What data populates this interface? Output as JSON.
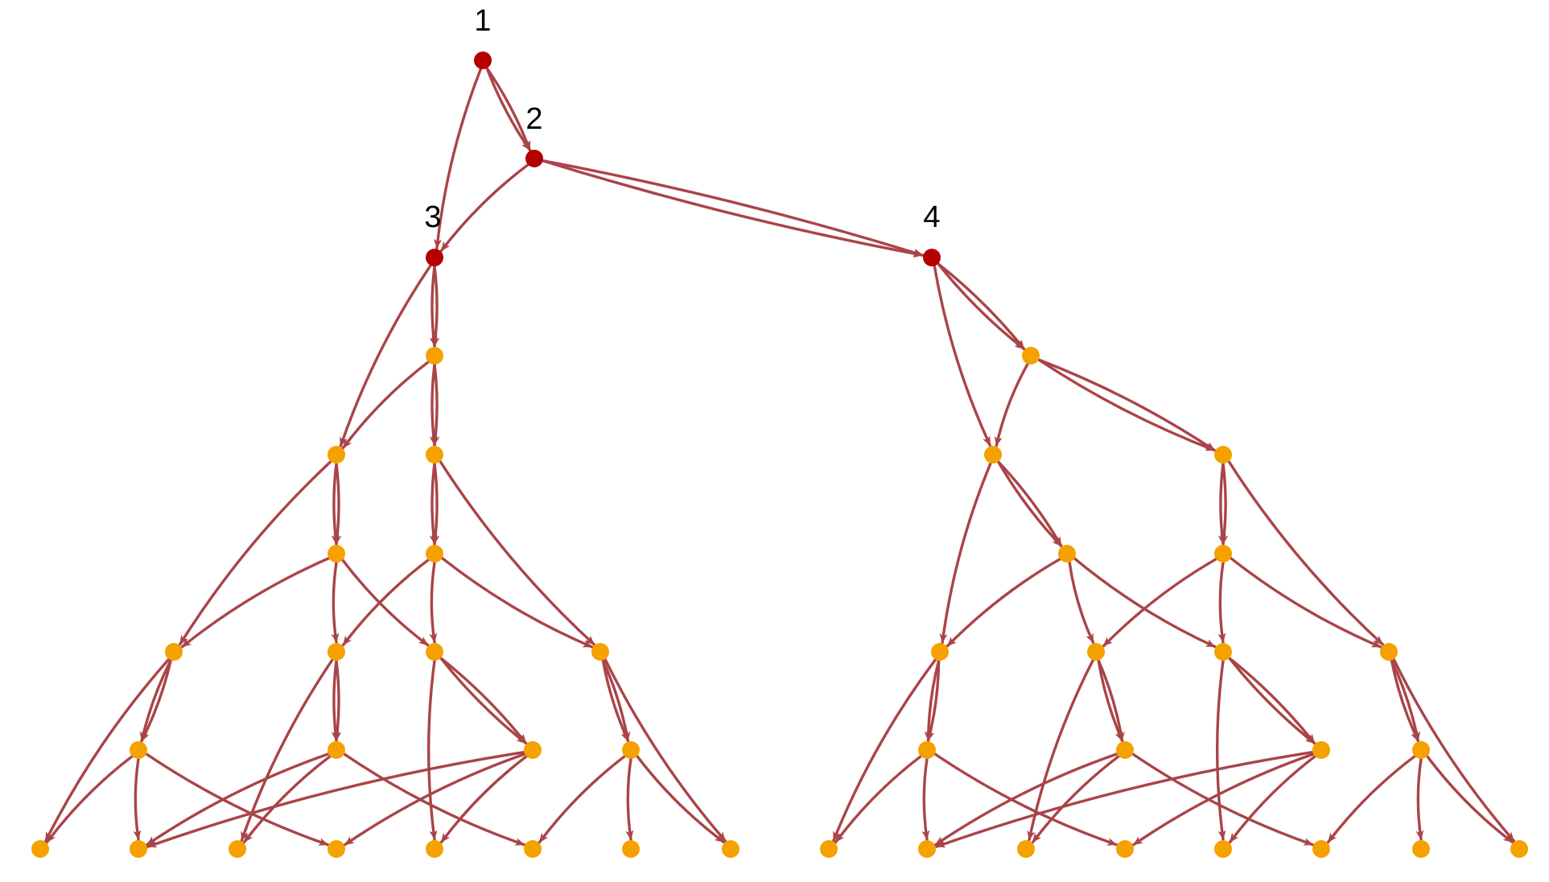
{
  "colors": {
    "edge": "#a94448",
    "root_node": "#b50000",
    "leaf_node": "#f5a100",
    "label": "#000000"
  },
  "labels": [
    "1",
    "2",
    "3",
    "4"
  ],
  "graph": {
    "nodes": [
      {
        "id": "n1",
        "label": "1",
        "kind": "root"
      },
      {
        "id": "n2",
        "label": "2",
        "kind": "root"
      },
      {
        "id": "n3",
        "label": "3",
        "kind": "root"
      },
      {
        "id": "n4",
        "label": "4",
        "kind": "root"
      },
      {
        "id": "a1",
        "kind": "leaf"
      },
      {
        "id": "a2",
        "kind": "leaf"
      },
      {
        "id": "a3",
        "kind": "leaf"
      },
      {
        "id": "a4",
        "kind": "leaf"
      },
      {
        "id": "a5",
        "kind": "leaf"
      },
      {
        "id": "a6",
        "kind": "leaf"
      },
      {
        "id": "a7",
        "kind": "leaf"
      },
      {
        "id": "a8",
        "kind": "leaf"
      },
      {
        "id": "a9",
        "kind": "leaf"
      },
      {
        "id": "a10",
        "kind": "leaf"
      },
      {
        "id": "a11",
        "kind": "leaf"
      },
      {
        "id": "a12",
        "kind": "leaf"
      },
      {
        "id": "a13",
        "kind": "leaf"
      },
      {
        "id": "a14",
        "kind": "leaf"
      },
      {
        "id": "a15",
        "kind": "leaf"
      },
      {
        "id": "a16",
        "kind": "leaf"
      },
      {
        "id": "a17",
        "kind": "leaf"
      },
      {
        "id": "a18",
        "kind": "leaf"
      },
      {
        "id": "a19",
        "kind": "leaf"
      },
      {
        "id": "a20",
        "kind": "leaf"
      },
      {
        "id": "a21",
        "kind": "leaf"
      },
      {
        "id": "a22",
        "kind": "leaf"
      },
      {
        "id": "b1",
        "kind": "leaf"
      },
      {
        "id": "b2",
        "kind": "leaf"
      },
      {
        "id": "b3",
        "kind": "leaf"
      },
      {
        "id": "b4",
        "kind": "leaf"
      },
      {
        "id": "b5",
        "kind": "leaf"
      },
      {
        "id": "b6",
        "kind": "leaf"
      },
      {
        "id": "b7",
        "kind": "leaf"
      },
      {
        "id": "b8",
        "kind": "leaf"
      },
      {
        "id": "b9",
        "kind": "leaf"
      },
      {
        "id": "b10",
        "kind": "leaf"
      },
      {
        "id": "b11",
        "kind": "leaf"
      },
      {
        "id": "b12",
        "kind": "leaf"
      },
      {
        "id": "b13",
        "kind": "leaf"
      },
      {
        "id": "b14",
        "kind": "leaf"
      },
      {
        "id": "b15",
        "kind": "leaf"
      },
      {
        "id": "b16",
        "kind": "leaf"
      },
      {
        "id": "b17",
        "kind": "leaf"
      },
      {
        "id": "b18",
        "kind": "leaf"
      },
      {
        "id": "b19",
        "kind": "leaf"
      },
      {
        "id": "b20",
        "kind": "leaf"
      },
      {
        "id": "b21",
        "kind": "leaf"
      },
      {
        "id": "b22",
        "kind": "leaf"
      }
    ],
    "edges": [
      {
        "from": "n1",
        "to": "n3"
      },
      {
        "from": "n1",
        "to": "n2",
        "count": 2
      },
      {
        "from": "n2",
        "to": "n3"
      },
      {
        "from": "n2",
        "to": "n4",
        "count": 2
      },
      {
        "from": "n3",
        "to": "a1",
        "count": 2
      },
      {
        "from": "n3",
        "to": "a2"
      },
      {
        "from": "a1",
        "to": "a2"
      },
      {
        "from": "a1",
        "to": "a3",
        "count": 2
      },
      {
        "from": "a2",
        "to": "a4",
        "count": 2
      },
      {
        "from": "a2",
        "to": "a6"
      },
      {
        "from": "a3",
        "to": "a5",
        "count": 2
      },
      {
        "from": "a3",
        "to": "a9"
      },
      {
        "from": "a4",
        "to": "a6"
      },
      {
        "from": "a4",
        "to": "a7"
      },
      {
        "from": "a4",
        "to": "a8"
      },
      {
        "from": "a5",
        "to": "a7"
      },
      {
        "from": "a5",
        "to": "a8"
      },
      {
        "from": "a5",
        "to": "a9"
      },
      {
        "from": "a6",
        "to": "a10",
        "count": 2
      },
      {
        "from": "a6",
        "to": "a15"
      },
      {
        "from": "a7",
        "to": "a11",
        "count": 2
      },
      {
        "from": "a7",
        "to": "a17"
      },
      {
        "from": "a8",
        "to": "a12",
        "count": 2
      },
      {
        "from": "a8",
        "to": "a19"
      },
      {
        "from": "a9",
        "to": "a13",
        "count": 2
      },
      {
        "from": "a9",
        "to": "a22"
      },
      {
        "from": "a10",
        "to": "a15"
      },
      {
        "from": "a10",
        "to": "a16"
      },
      {
        "from": "a10",
        "to": "a18"
      },
      {
        "from": "a11",
        "to": "a17"
      },
      {
        "from": "a11",
        "to": "a16"
      },
      {
        "from": "a11",
        "to": "a20"
      },
      {
        "from": "a12",
        "to": "a16"
      },
      {
        "from": "a12",
        "to": "a18"
      },
      {
        "from": "a12",
        "to": "a19"
      },
      {
        "from": "a13",
        "to": "a20"
      },
      {
        "from": "a13",
        "to": "a21"
      },
      {
        "from": "a13",
        "to": "a22"
      },
      {
        "from": "n4",
        "to": "b1",
        "count": 2
      },
      {
        "from": "n4",
        "to": "b2"
      },
      {
        "from": "b1",
        "to": "b2"
      },
      {
        "from": "b1",
        "to": "b3",
        "count": 2
      },
      {
        "from": "b2",
        "to": "b4",
        "count": 2
      },
      {
        "from": "b2",
        "to": "b6"
      },
      {
        "from": "b3",
        "to": "b5",
        "count": 2
      },
      {
        "from": "b3",
        "to": "b9"
      },
      {
        "from": "b4",
        "to": "b6"
      },
      {
        "from": "b4",
        "to": "b7"
      },
      {
        "from": "b4",
        "to": "b8"
      },
      {
        "from": "b5",
        "to": "b7"
      },
      {
        "from": "b5",
        "to": "b8"
      },
      {
        "from": "b5",
        "to": "b9"
      },
      {
        "from": "b6",
        "to": "b10",
        "count": 2
      },
      {
        "from": "b6",
        "to": "b15"
      },
      {
        "from": "b7",
        "to": "b11",
        "count": 2
      },
      {
        "from": "b7",
        "to": "b17"
      },
      {
        "from": "b8",
        "to": "b12",
        "count": 2
      },
      {
        "from": "b8",
        "to": "b19"
      },
      {
        "from": "b9",
        "to": "b13",
        "count": 2
      },
      {
        "from": "b9",
        "to": "b22"
      },
      {
        "from": "b10",
        "to": "b15"
      },
      {
        "from": "b10",
        "to": "b16"
      },
      {
        "from": "b10",
        "to": "b18"
      },
      {
        "from": "b11",
        "to": "b17"
      },
      {
        "from": "b11",
        "to": "b16"
      },
      {
        "from": "b11",
        "to": "b20"
      },
      {
        "from": "b12",
        "to": "b16"
      },
      {
        "from": "b12",
        "to": "b18"
      },
      {
        "from": "b12",
        "to": "b19"
      },
      {
        "from": "b13",
        "to": "b20"
      },
      {
        "from": "b13",
        "to": "b21"
      },
      {
        "from": "b13",
        "to": "b22"
      }
    ]
  }
}
